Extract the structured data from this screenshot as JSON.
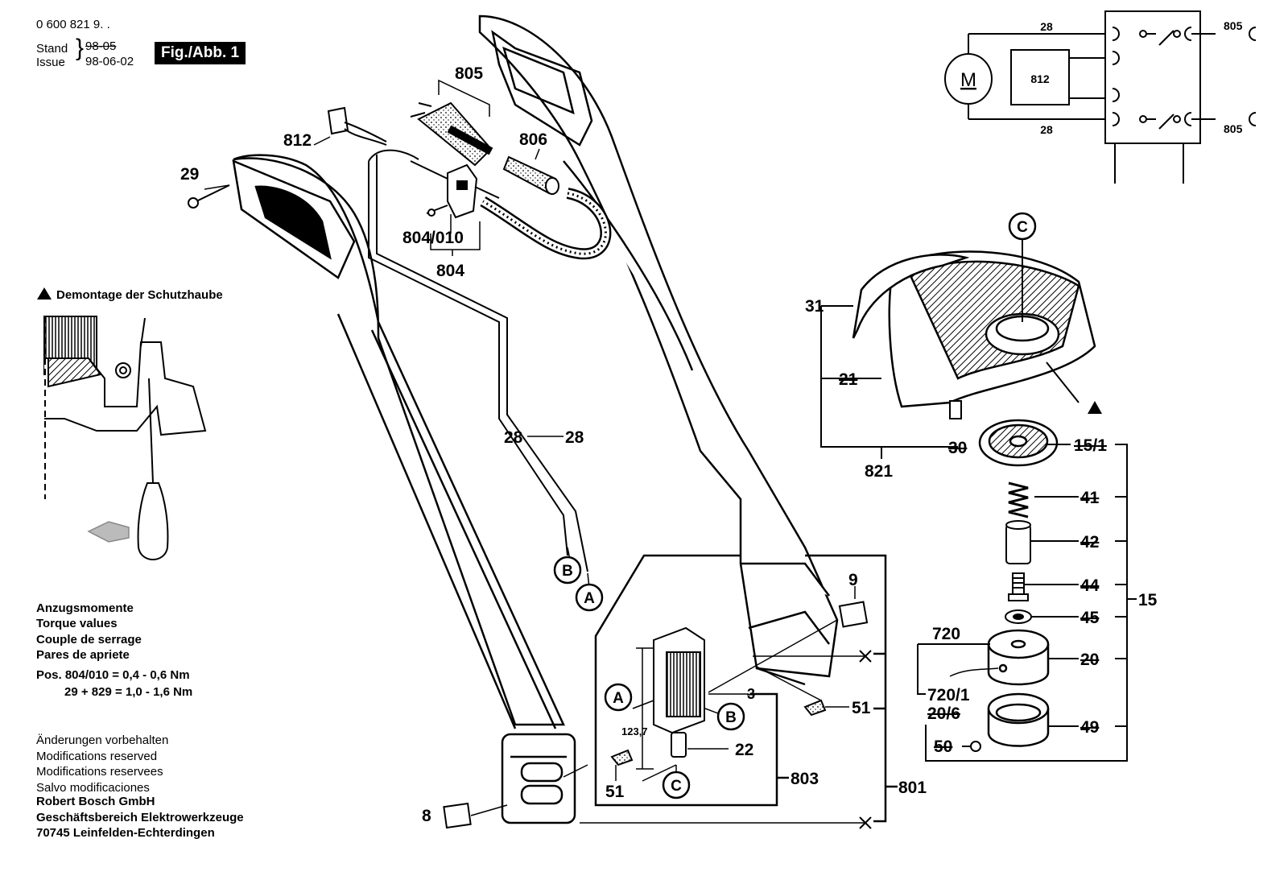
{
  "header": {
    "doc_number": "0 600 821 9. .",
    "stand_label": "Stand",
    "issue_label": "Issue",
    "stand_date": "98-05",
    "issue_date": "98-06-02",
    "figure_label": "Fig./Abb. 1"
  },
  "inset": {
    "title": "Demontage der Schutzhaube"
  },
  "torque": {
    "lines": [
      "Anzugsmomente",
      "Torque values",
      "Couple de serrage",
      "Pares de apriete"
    ],
    "spec1": "Pos. 804/010 = 0,4 - 0,6 Nm",
    "spec2": "29 + 829 = 1,0 - 1,6 Nm"
  },
  "footer": {
    "lines": [
      "Änderungen vorbehalten",
      "Modifications reserved",
      "Modifications reservees",
      "Salvo modificaciones"
    ],
    "company": [
      "Robert Bosch GmbH",
      "Geschäftsbereich Elektrowerkzeuge",
      "70745 Leinfelden-Echterdingen"
    ]
  },
  "wiring": {
    "motor_label": "M",
    "module_label": "812",
    "wire_top": "28",
    "wire_bottom": "28",
    "plug_top": "805",
    "plug_bottom": "805"
  },
  "callouts": {
    "p805": "805",
    "p812": "812",
    "p806": "806",
    "p29": "29",
    "p804_010": "804/010",
    "p804": "804",
    "p28a": "28",
    "p28b": "28",
    "p31": "31",
    "p21": "21",
    "p30": "30",
    "p821": "821",
    "p15_1": "15/1",
    "p41": "41",
    "p42": "42",
    "p44": "44",
    "p45": "45",
    "p15": "15",
    "p20": "20",
    "p720": "720",
    "p720_1": "720/1",
    "p20_6": "20/6",
    "p49": "49",
    "p50": "50",
    "p9": "9",
    "p8": "8",
    "p51a": "51",
    "p51b": "51",
    "p22": "22",
    "p803": "803",
    "p801": "801",
    "p3": "3",
    "dim": "123,7",
    "circ_A1": "A",
    "circ_B1": "B",
    "circ_A2": "A",
    "circ_B2": "B",
    "circ_C1": "C",
    "circ_C2": "C"
  }
}
